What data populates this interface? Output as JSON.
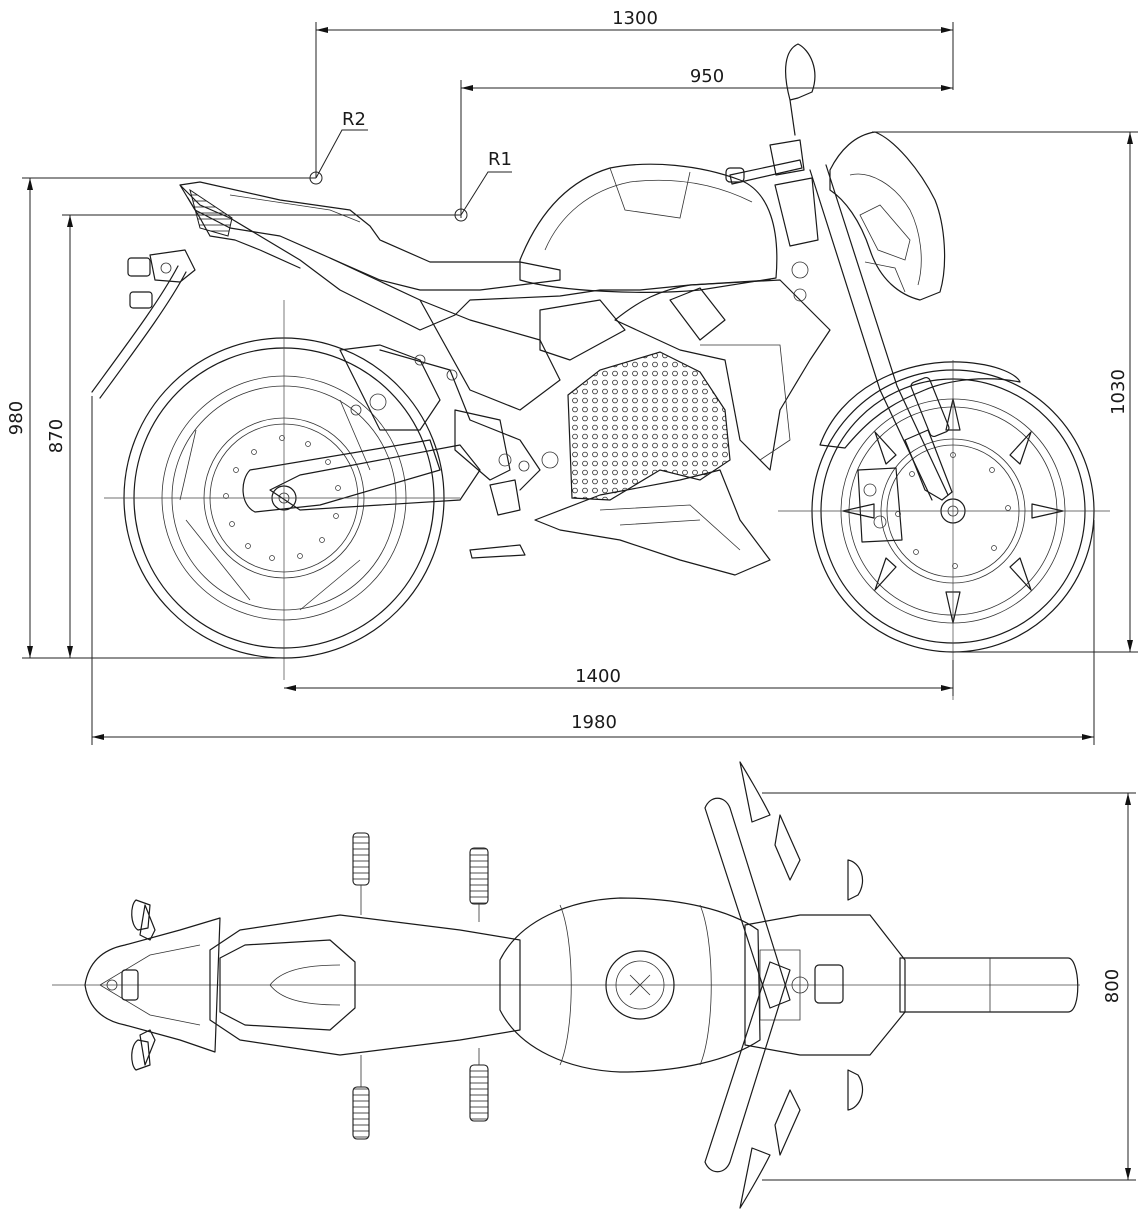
{
  "dimensions": {
    "d1300": "1300",
    "d950": "950",
    "r2": "R2",
    "r1": "R1",
    "d980": "980",
    "d870": "870",
    "d1030": "1030",
    "d1400": "1400",
    "d1980": "1980",
    "d800": "800"
  }
}
